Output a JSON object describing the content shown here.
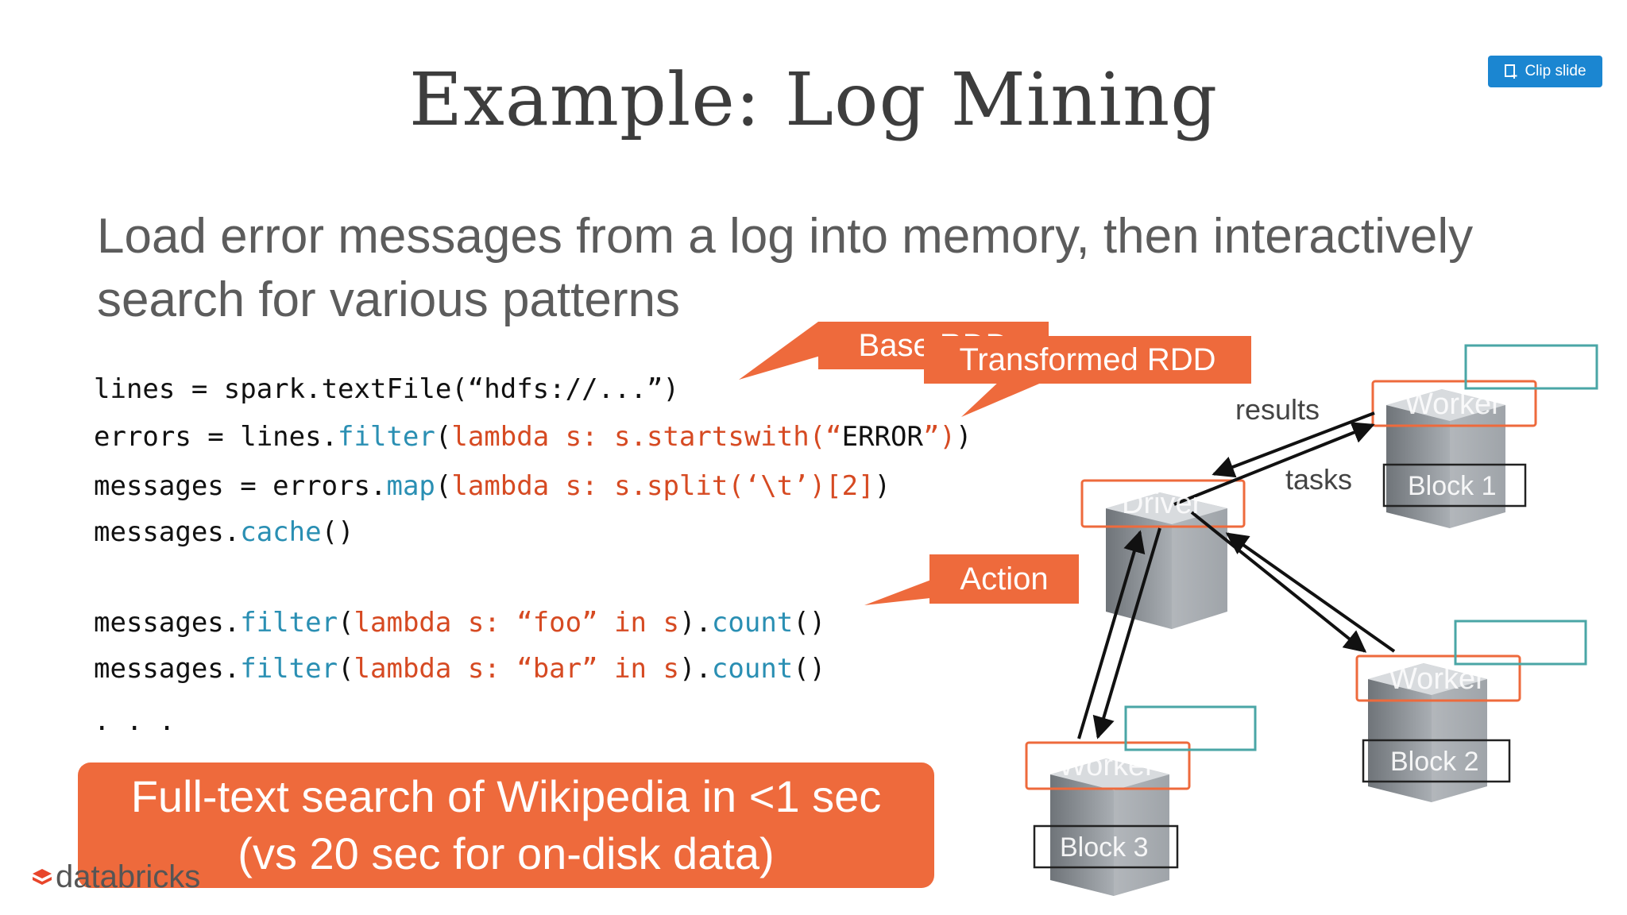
{
  "slide": {
    "title": "Example: Log Mining",
    "subtitle_line1": "Load error messages from a log into memory, then interactively",
    "subtitle_line2": "search for various patterns"
  },
  "code": {
    "l1_a": "lines = spark.textFile(“hdfs://...”)",
    "l2_a": "errors = lines.",
    "l2_k": "filter",
    "l2_b": "(",
    "l2_s": "lambda s: s.startswith(“",
    "l2_c": "ERROR",
    "l2_s2": "”)",
    "l2_e": ")",
    "l3_a": "messages = errors.",
    "l3_k": "map",
    "l3_b": "(",
    "l3_s": "lambda s: s.split(‘\\t’)[2]",
    "l3_e": ")",
    "l4_a": "messages.",
    "l4_k": "cache",
    "l4_e": "()",
    "l5_a": "messages.",
    "l5_k": "filter",
    "l5_b": "(",
    "l5_s": "lambda s: “foo” in s",
    "l5_c": ").",
    "l5_k2": "count",
    "l5_e": "()",
    "l6_a": "messages.",
    "l6_k": "filter",
    "l6_b": "(",
    "l6_s": "lambda s: “bar” in s",
    "l6_c": ").",
    "l6_k2": "count",
    "l6_e": "()",
    "l7": ". . ."
  },
  "callouts": {
    "base_rdd": "Base RDD",
    "transformed_rdd": "Transformed RDD",
    "action": "Action"
  },
  "banner": {
    "line1": "Full-text search of Wikipedia in <1 sec",
    "line2": "(vs 20 sec for on-disk data)"
  },
  "diagram": {
    "results": "results",
    "tasks": "tasks",
    "driver": "Driver",
    "worker": "Worker",
    "block1": "Block 1",
    "block2": "Block 2",
    "block3": "Block 3"
  },
  "logo": {
    "text": "databricks"
  },
  "clip_button": {
    "label": "Clip slide"
  },
  "colors": {
    "accent": "#ee6a3c",
    "code_keyword": "#2a8fb3",
    "code_string": "#d64a22",
    "clip_button": "#1b86d1",
    "cache_box": "#4aa6a6"
  }
}
